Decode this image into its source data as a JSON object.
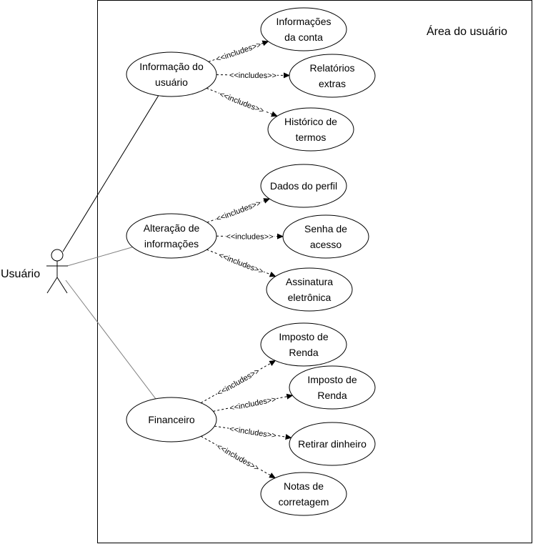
{
  "system": {
    "title": "Área do usuário"
  },
  "actor": {
    "name": "Usuário"
  },
  "usecases": {
    "informacao_usuario": [
      "Informação do",
      "usuário"
    ],
    "alteracao_informacoes": [
      "Alteração de",
      "informações"
    ],
    "financeiro": [
      "Financeiro"
    ],
    "informacoes_conta": [
      "Informações",
      "da conta"
    ],
    "relatorios_extras": [
      "Relatórios",
      "extras"
    ],
    "historico_termos": [
      "Histórico de",
      "termos"
    ],
    "dados_perfil": [
      "Dados do perfil"
    ],
    "senha_acesso": [
      "Senha de",
      "acesso"
    ],
    "assinatura_eletronica": [
      "Assinatura",
      "eletrônica"
    ],
    "imposto_renda_1": [
      "Imposto de",
      "Renda"
    ],
    "imposto_renda_2": [
      "Imposto de",
      "Renda"
    ],
    "retirar_dinheiro": [
      "Retirar dinheiro"
    ],
    "notas_corretagem": [
      "Notas de",
      "corretagem"
    ]
  },
  "include_label": "<<includes>>",
  "includes": [
    {
      "from": "informacao_usuario",
      "to": "informacoes_conta"
    },
    {
      "from": "informacao_usuario",
      "to": "relatorios_extras"
    },
    {
      "from": "informacao_usuario",
      "to": "historico_termos"
    },
    {
      "from": "alteracao_informacoes",
      "to": "dados_perfil"
    },
    {
      "from": "alteracao_informacoes",
      "to": "senha_acesso"
    },
    {
      "from": "alteracao_informacoes",
      "to": "assinatura_eletronica"
    },
    {
      "from": "financeiro",
      "to": "imposto_renda_1"
    },
    {
      "from": "financeiro",
      "to": "imposto_renda_2"
    },
    {
      "from": "financeiro",
      "to": "retirar_dinheiro"
    },
    {
      "from": "financeiro",
      "to": "notas_corretagem"
    }
  ],
  "associations": [
    "informacao_usuario",
    "alteracao_informacoes",
    "financeiro"
  ],
  "colors": {
    "stroke": "#000000",
    "association_gray": "#808080",
    "background": "#ffffff"
  }
}
